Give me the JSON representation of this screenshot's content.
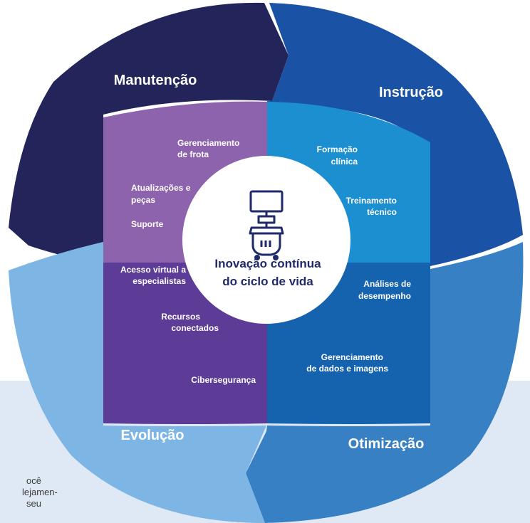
{
  "colors": {
    "manutencao": "#22245a",
    "instrucao": "#1a52a5",
    "otimizacao": "#3780c3",
    "evolucao": "#7db6e5",
    "inner_top_left": "#8e63ad",
    "inner_top_right": "#1b8fd0",
    "inner_bottom_left": "#5c3c97",
    "inner_bottom_right": "#1563ae",
    "center_text": "#1f2a6b",
    "background_band": "#dfe9f6"
  },
  "segments": {
    "manutencao": "Manutenção",
    "instrucao": "Instrução",
    "otimizacao": "Otimização",
    "evolucao": "Evolução"
  },
  "inner": {
    "top_left": {
      "item1_line1": "Gerenciamento",
      "item1_line2": "de frota",
      "item2_line1": "Atualizações e",
      "item2_line2": "peças",
      "item3": "Suporte"
    },
    "top_right": {
      "item1_line1": "Formação",
      "item1_line2": "clínica",
      "item2_line1": "Treinamento",
      "item2_line2": "técnico"
    },
    "bottom_left": {
      "item1_line1": "Acesso virtual a",
      "item1_line2": "especialistas",
      "item2_line1": "Recursos",
      "item2_line2": "conectados",
      "item3": "Cibersegurança"
    },
    "bottom_right": {
      "item1_line1": "Análises de",
      "item1_line2": "desempenho",
      "item2_line1": "Gerenciamento",
      "item2_line2": "de dados e imagens"
    }
  },
  "center": {
    "icon": "ultrasound-cart-icon",
    "line1": "Inovação contínua",
    "line2": "do ciclo de vida"
  },
  "side_text": {
    "line1": "ocê",
    "line2": "lejamen-",
    "line3": "seu"
  }
}
